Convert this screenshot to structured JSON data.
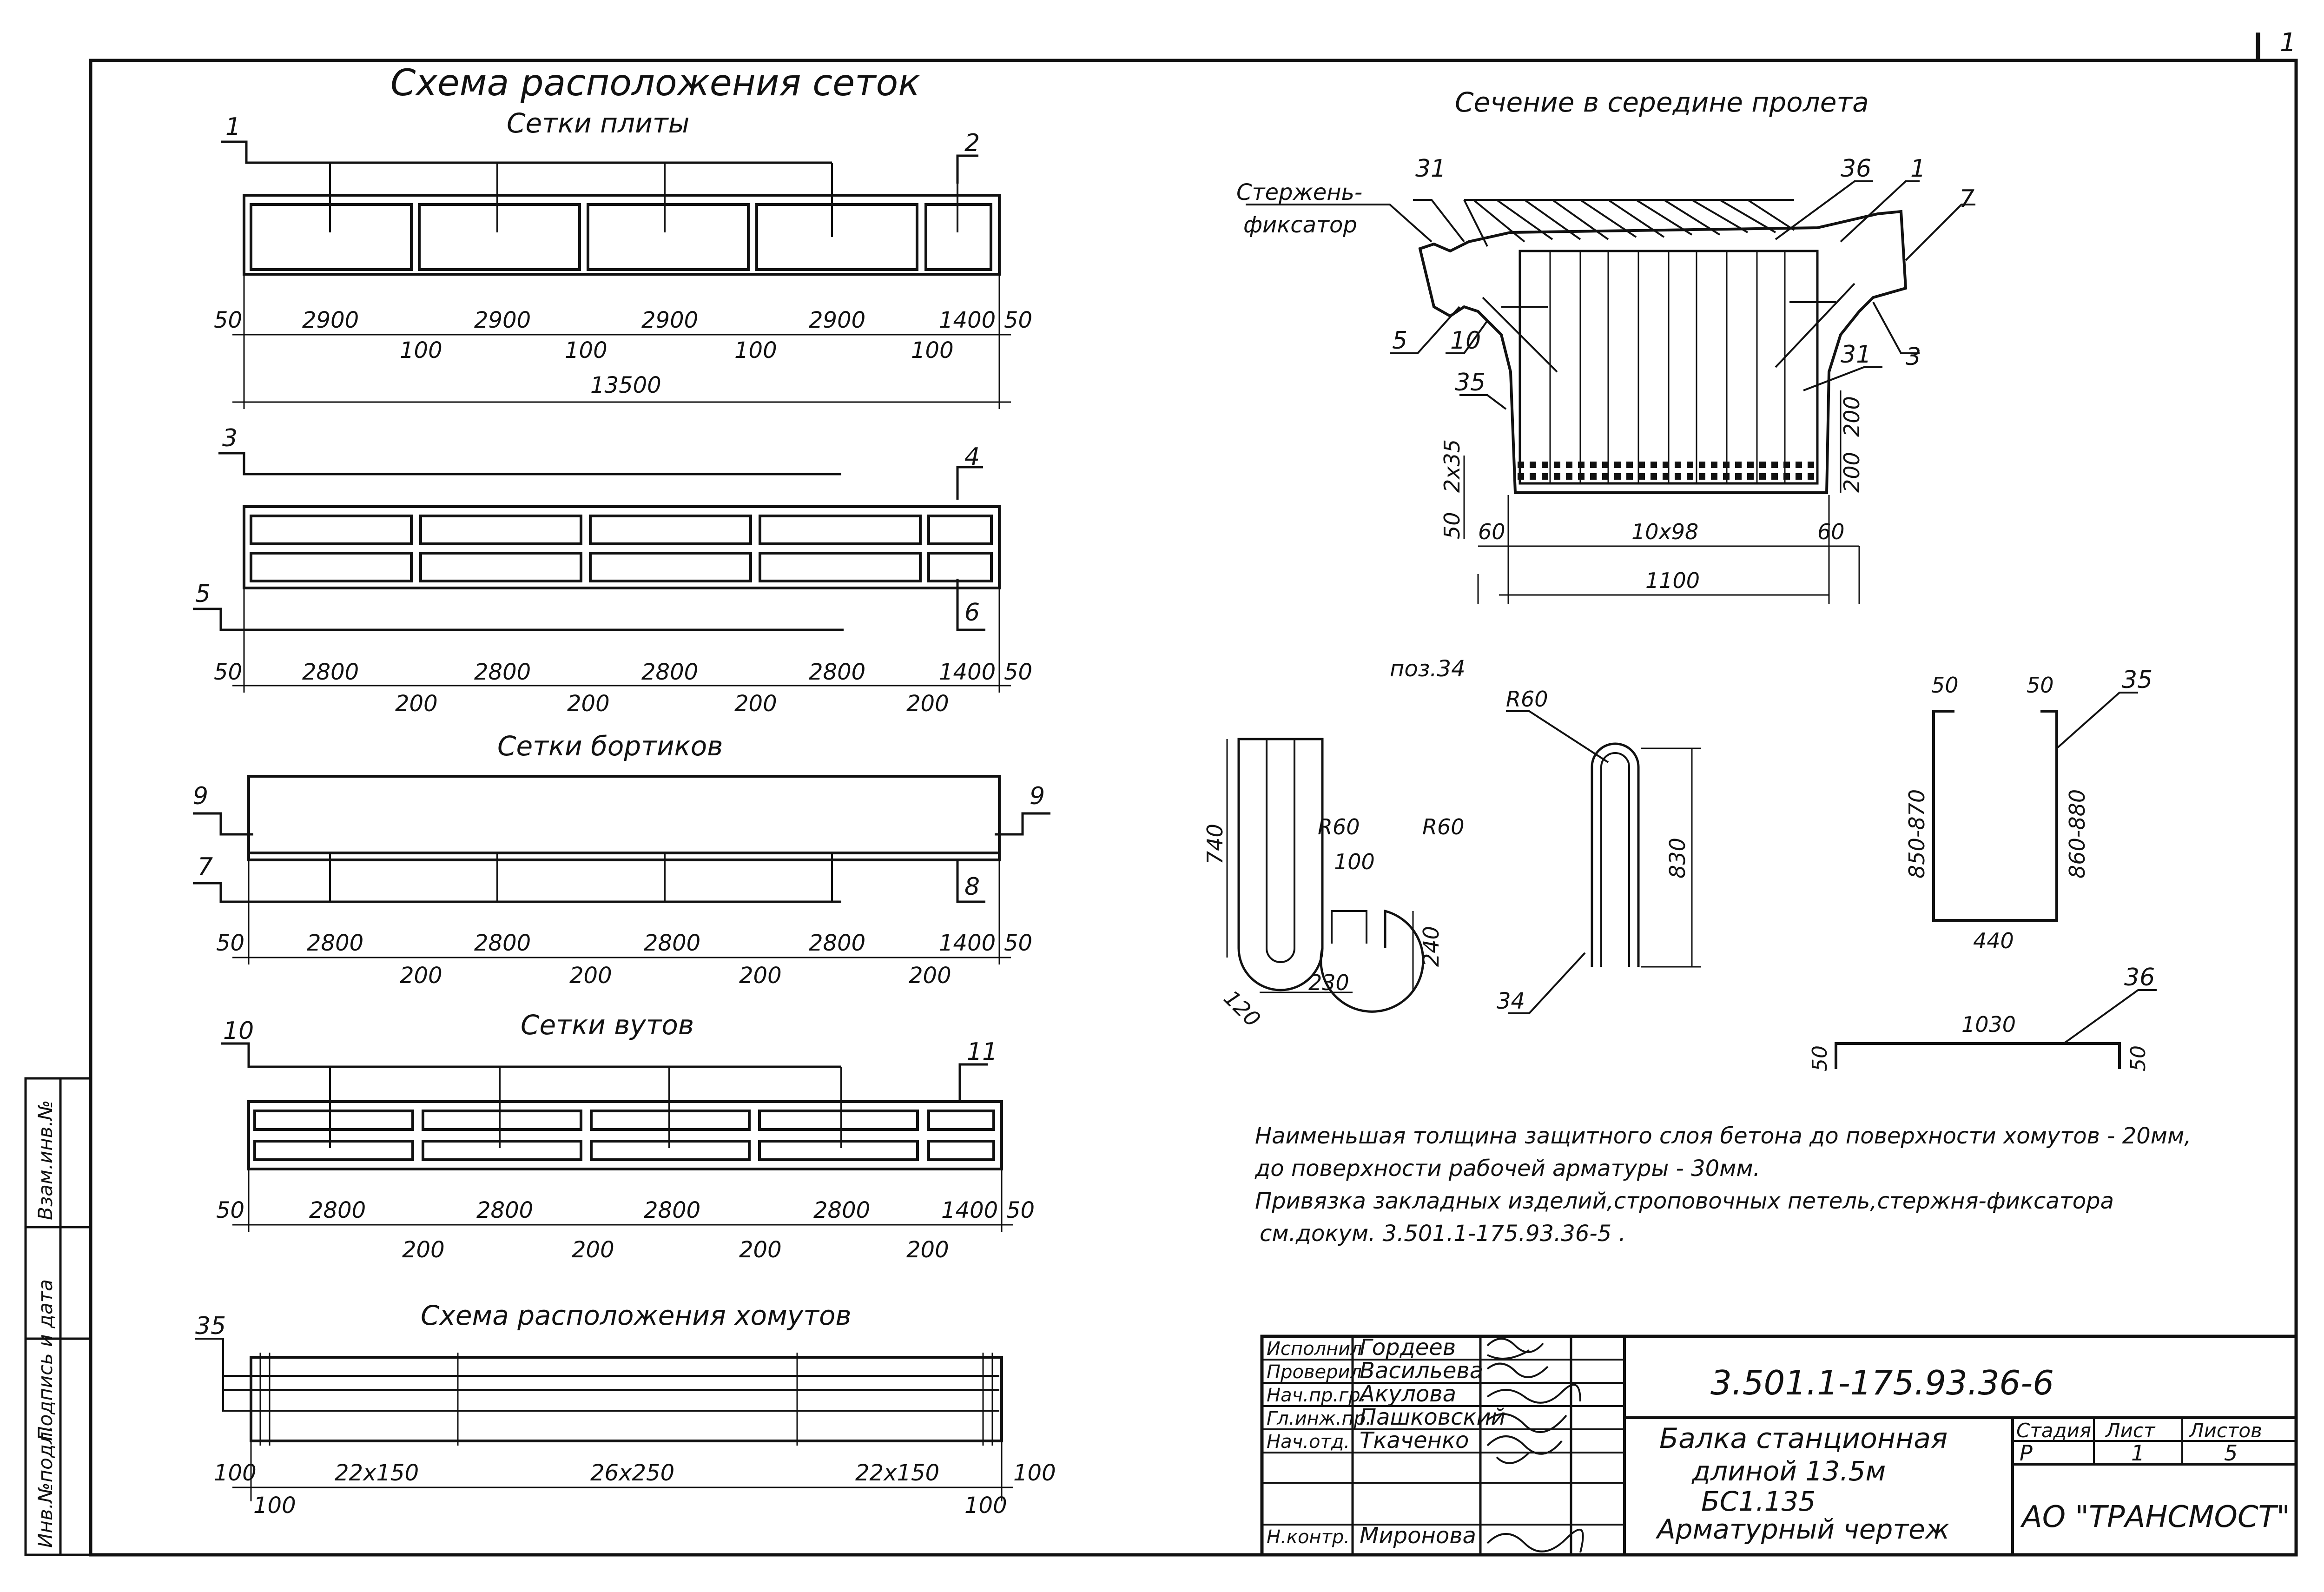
{
  "sheet_corner": "1",
  "schemes": {
    "title": "Схема расположения сеток",
    "slab": {
      "title": "Сетки плиты",
      "labels": [
        "1",
        "2"
      ],
      "widths": [
        "2900",
        "2900",
        "2900",
        "2900",
        "1400"
      ],
      "gaps": [
        "100",
        "100",
        "100",
        "100"
      ],
      "end_left": "50",
      "end_right": "50",
      "total": "13500"
    },
    "slab2": {
      "labels": [
        "3",
        "4",
        "5",
        "6"
      ],
      "widths": [
        "2800",
        "2800",
        "2800",
        "2800",
        "1400"
      ],
      "gaps": [
        "200",
        "200",
        "200",
        "200"
      ],
      "end_left": "50",
      "end_right": "50"
    },
    "edges": {
      "title": "Сетки бортиков",
      "labels": [
        "9",
        "9",
        "7",
        "8"
      ],
      "widths": [
        "2800",
        "2800",
        "2800",
        "2800",
        "1400"
      ],
      "gaps": [
        "200",
        "200",
        "200",
        "200"
      ],
      "end_left": "50",
      "end_right": "50"
    },
    "haunch": {
      "title": "Сетки вутов",
      "labels": [
        "10",
        "11"
      ],
      "widths": [
        "2800",
        "2800",
        "2800",
        "2800",
        "1400"
      ],
      "gaps": [
        "200",
        "200",
        "200",
        "200"
      ],
      "end_left": "50",
      "end_right": "50"
    },
    "stirrups": {
      "title": "Схема расположения хомутов",
      "label": "35",
      "segments": [
        "22x150",
        "26x250",
        "22x150"
      ],
      "end_left": "100",
      "end_left_sub": "100",
      "end_right": "100",
      "end_right_sub": "100"
    }
  },
  "section": {
    "title": "Сечение в середине пролета",
    "fixator_label": "Стержень-",
    "fixator_label2": "фиксатор",
    "labels": [
      "31",
      "36",
      "1",
      "7",
      "5",
      "10",
      "3",
      "35",
      "31"
    ],
    "dim_vertical": [
      "50",
      "2x35",
      "200",
      "200"
    ],
    "dim_bottom": [
      "60",
      "10x98",
      "60"
    ],
    "dim_total": "1100"
  },
  "pos34": {
    "title": "поз.34",
    "dims": [
      "740",
      "R60",
      "R60",
      "100",
      "240",
      "120",
      "230",
      "34"
    ]
  },
  "loop": {
    "dims": [
      "R60",
      "830",
      "34"
    ]
  },
  "stirrup35": {
    "dims": [
      "50",
      "50",
      "35",
      "850-870",
      "860-880",
      "440"
    ]
  },
  "bar36": {
    "dims": [
      "36",
      "1030",
      "50",
      "50"
    ]
  },
  "notes": [
    "Наименьшая толщина защитного слоя бетона до поверхности хомутов - 20мм,",
    "до поверхности рабочей арматуры - 30мм.",
    "Привязка закладных изделий,строповочных петель,стержня-фиксатора",
    "см.докум. 3.501.1-175.93.36-5 ."
  ],
  "side_stamp": [
    "Инв.№подл.",
    "Подпись и дата",
    "Взам.инв.№"
  ],
  "title_block": {
    "roles": [
      {
        "role": "Исполнил",
        "name": "Гордеев"
      },
      {
        "role": "Проверил",
        "name": "Васильева"
      },
      {
        "role": "Нач.пр.гр.",
        "name": "Акулова"
      },
      {
        "role": "Гл.инж.пр.",
        "name": "Пашковский"
      },
      {
        "role": "Нач.отд.",
        "name": "Ткаченко"
      },
      {
        "role": "Н.контр.",
        "name": "Миронова"
      }
    ],
    "doc_number": "3.501.1-175.93.36-6",
    "title_lines": [
      "Балка станционная",
      "длиной 13.5м",
      "БС1.135",
      "Арматурный чертеж"
    ],
    "stage_header": "Стадия",
    "sheet_header": "Лист",
    "sheets_header": "Листов",
    "stage": "Р",
    "sheet": "1",
    "sheets": "5",
    "company": "АО \"ТРАНСМОСТ\""
  }
}
